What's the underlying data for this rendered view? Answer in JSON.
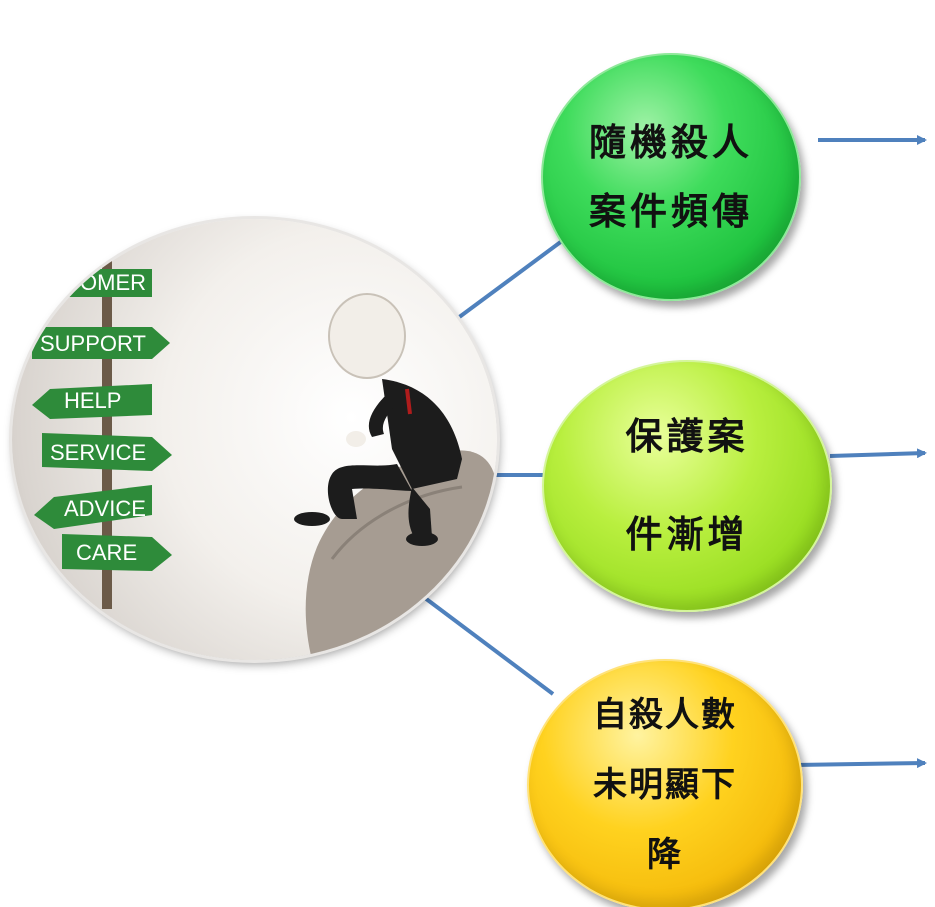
{
  "nodes": [
    {
      "id": "n1",
      "label": "隨機殺人\n案件頻傳",
      "color": "#2ed14a"
    },
    {
      "id": "n2",
      "label": "保護案\n件漸增",
      "color": "#a6e52c"
    },
    {
      "id": "n3",
      "label": "自殺人數\n未明顯下\n降",
      "color": "#fcc80e"
    }
  ],
  "image": {
    "signs": [
      "TOMER",
      "SUPPORT",
      "HELP",
      "SERVICE",
      "ADVICE",
      "CARE"
    ]
  },
  "colors": {
    "connector": "#4f81bd",
    "sign": "#2e8b3a"
  }
}
